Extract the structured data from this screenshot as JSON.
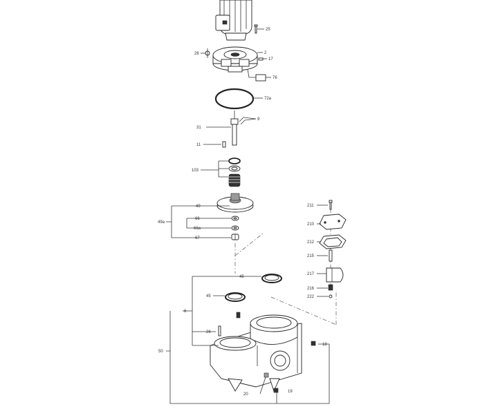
{
  "labels": {
    "p25": "25",
    "p26top": "26",
    "p2": "2",
    "p17": "17",
    "p76": "76",
    "p72a": "72a",
    "p9": "9",
    "p31": "31",
    "p11": "11",
    "p103": "103",
    "p49": "49",
    "p49a": "49a",
    "p66": "66",
    "p66a": "66a",
    "p67": "67",
    "p45a": "45",
    "p45b": "45",
    "p6": "6",
    "p26": "26",
    "p50": "50",
    "p20": "20",
    "p19": "19",
    "p18": "18",
    "p211": "211",
    "p210": "210",
    "p212": "212",
    "p215": "215",
    "p217": "217",
    "p216": "216",
    "p222": "222"
  },
  "colors": {
    "line": "#333333",
    "part_fill": "#ffffff",
    "dark": "#333333"
  }
}
